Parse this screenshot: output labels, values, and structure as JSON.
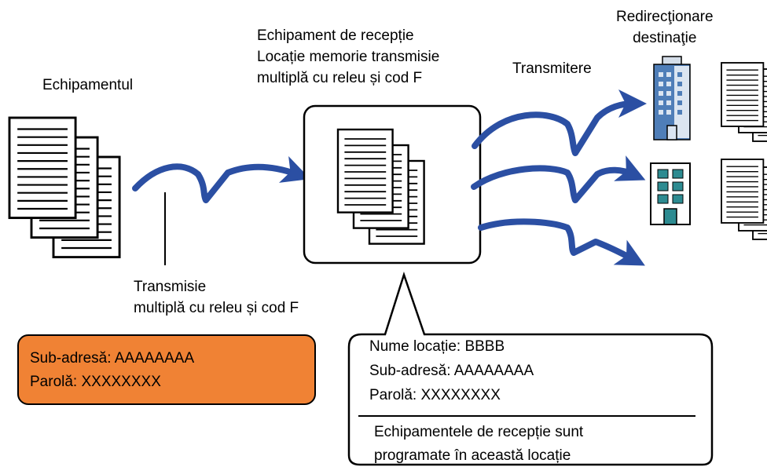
{
  "sender": {
    "label": "Echipamentul",
    "transmission_lines": [
      "Transmisie",
      "multiplă cu releu și cod F"
    ]
  },
  "sender_info": {
    "sub_address": "Sub-adresă: AAAAAAAA",
    "password": "Parolă: XXXXXXXX"
  },
  "relay": {
    "title_lines": [
      "Echipament de recepție",
      "Locație memorie transmisie",
      "multiplă cu releu și cod F"
    ]
  },
  "callout": {
    "location_name": "Nume locație: BBBB",
    "sub_address": "Sub-adresă: AAAAAAAA",
    "password": "Parolă: XXXXXXXX",
    "note_lines": [
      "Echipamentele de recepție sunt",
      "programate în această locație"
    ]
  },
  "forward": {
    "transmit_label": "Transmitere",
    "destination_lines": [
      "Redirecţionare",
      "destinaţie"
    ]
  },
  "colors": {
    "arrow": "#2b4fa3",
    "orange_box": "#f08234",
    "building_tall": "#4f7eb8",
    "building_square": "#2d8b91"
  },
  "icons": [
    "document-stack-icon",
    "arrow-icon",
    "building-icon"
  ]
}
